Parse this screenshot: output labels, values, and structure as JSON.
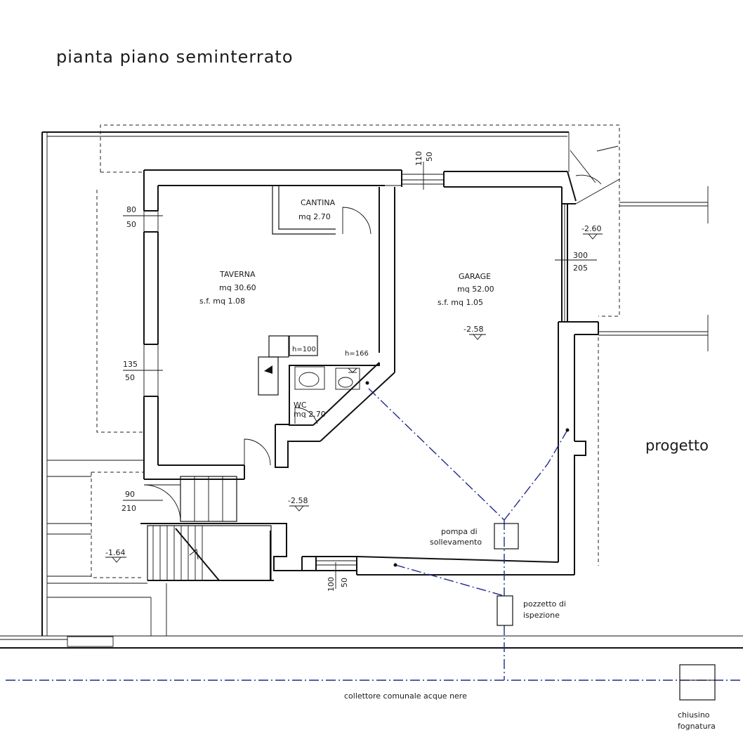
{
  "title": "pianta piano seminterrato",
  "side_label": "progetto",
  "rooms": {
    "cantina": {
      "name": "CANTINA",
      "area": "mq 2.70"
    },
    "taverna": {
      "name": "TAVERNA",
      "area": "mq 30.60",
      "sf": "s.f. mq 1.08"
    },
    "garage": {
      "name": "GARAGE",
      "area": "mq 52.00",
      "sf": "s.f. mq 1.05"
    },
    "wc": {
      "name": "WC",
      "area": "mq 2.70"
    }
  },
  "heights": {
    "h1": "h=100",
    "h2": "h=166"
  },
  "levels": {
    "garage": "-2.58",
    "hall": "-2.58",
    "ramp": "-2.60",
    "stair": "-1.64"
  },
  "dimensions": {
    "top_w": "110",
    "top_h": "50",
    "win1_w": "80",
    "win1_h": "50",
    "win2_w": "135",
    "win2_h": "50",
    "door_w": "90",
    "door_h": "210",
    "garage_w": "300",
    "garage_h": "205",
    "bottom_w": "100",
    "bottom_h": "50"
  },
  "labels": {
    "pump_1": "pompa di",
    "pump_2": "sollevamento",
    "inspection_1": "pozzetto di",
    "inspection_2": "ispezione",
    "sewer": "collettore comunale acque nere",
    "manhole_1": "chiusino",
    "manhole_2": "fognatura"
  }
}
